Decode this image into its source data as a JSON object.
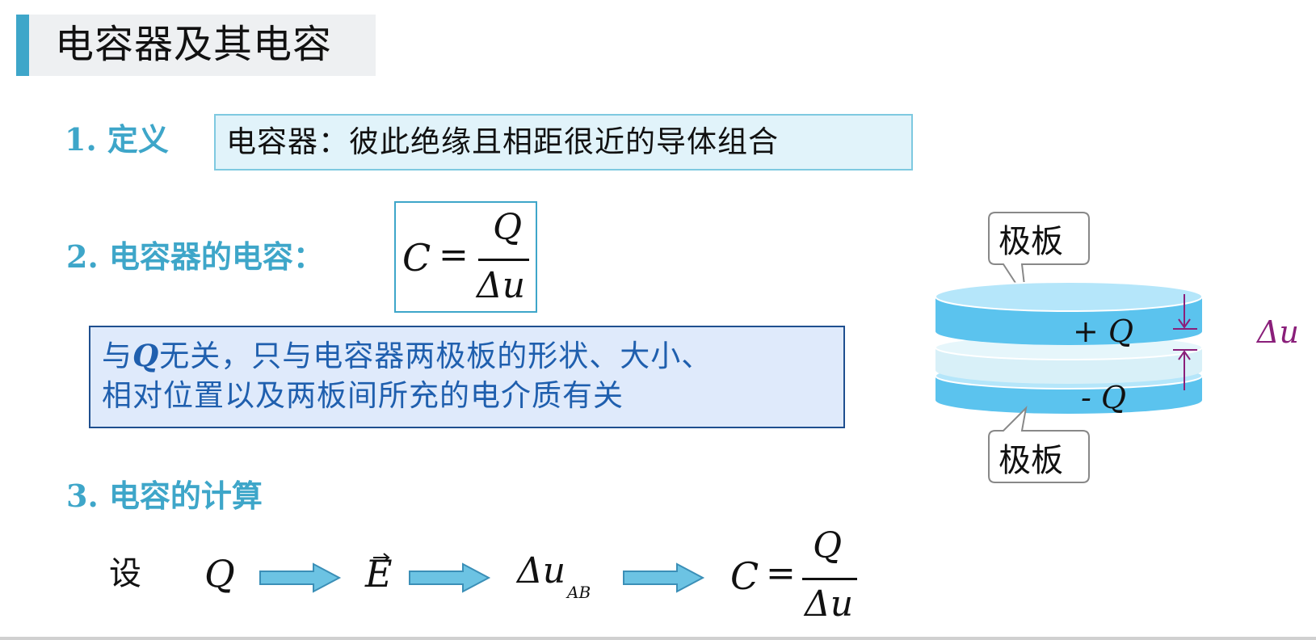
{
  "title": "电容器及其电容",
  "sections": {
    "s1": {
      "number": "1.",
      "label": "定义"
    },
    "s2": {
      "number": "2.",
      "label": "电容器的电容："
    },
    "s3": {
      "number": "3.",
      "label": "电容的计算"
    }
  },
  "definition": "电容器：彼此绝缘且相距很近的导体组合",
  "formula": {
    "lhs": "C",
    "eq": "=",
    "numerator": "Q",
    "denominator": "Δu"
  },
  "note": {
    "line1_prefix": "与",
    "line1_var": "Q",
    "line1_rest": "无关，只与电容器两极板的形状、大小、",
    "line2": "相对位置以及两板间所充的电介质有关"
  },
  "calculation": {
    "prefix": "设",
    "steps": [
      "Q",
      "E",
      "Δu",
      "AB"
    ],
    "result": {
      "lhs": "C",
      "eq": "=",
      "numerator": "Q",
      "denominator": "Δu"
    }
  },
  "diagram": {
    "top_plate_label": "极板",
    "bottom_plate_label": "极板",
    "top_charge": "+ Q",
    "bottom_charge": "- Q",
    "gap_label": "Δu",
    "colors": {
      "plate": "#5bc3ee",
      "plate_top": "#b5e6fa",
      "dielectric": "#d8f0f8",
      "arrow": "#8a1f7a",
      "accent": "#3ea6c9"
    }
  }
}
